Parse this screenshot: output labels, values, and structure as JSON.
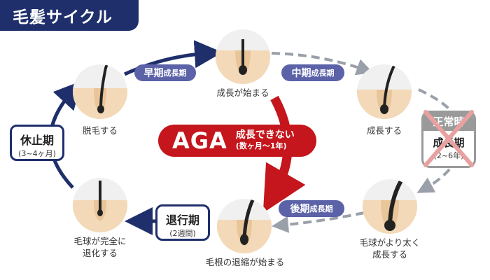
{
  "title": "毛髪サイクル",
  "stages": {
    "shedding": {
      "caption": "脱毛する"
    },
    "growth_start": {
      "caption": "成長が始まる"
    },
    "growing": {
      "caption": "成長する"
    },
    "thicker": {
      "caption_line1": "毛球がより太く",
      "caption_line2": "成長する"
    },
    "regression_start": {
      "caption": "毛根の退縮が始まる"
    },
    "degenerated": {
      "caption_line1": "毛球が完全に",
      "caption_line2": "退化する"
    }
  },
  "phase_pills": {
    "early": {
      "main": "早期",
      "sub": "成長期"
    },
    "middle": {
      "main": "中期",
      "sub": "成長期"
    },
    "late": {
      "main": "後期",
      "sub": "成長期"
    }
  },
  "rest_phase": {
    "name": "休止期",
    "duration": "(3~4ヶ月)"
  },
  "regression_phase": {
    "name": "退行期",
    "duration": "(2週間)"
  },
  "normal_growth": {
    "header": "正常時",
    "name": "成長期",
    "duration": "(2~6年)"
  },
  "aga": {
    "label": "AGA",
    "line1": "成長できない",
    "line2": "(数ヶ月〜1年)"
  },
  "colors": {
    "navy": "#1f2f6b",
    "pill": "#5b62a8",
    "red": "#c4161c",
    "gray_dash": "#9aa0aa",
    "hair": "#222222",
    "skin": "#f3d9b8"
  }
}
